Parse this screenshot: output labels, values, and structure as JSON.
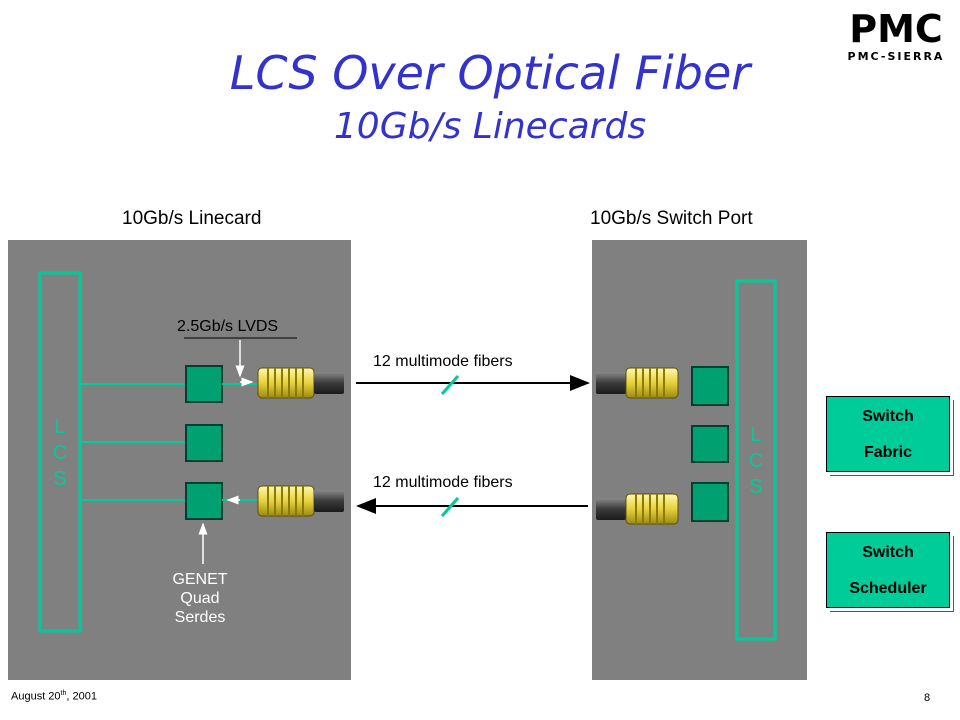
{
  "slide": {
    "title": "LCS Over Optical Fiber",
    "subtitle": "10Gb/s Linecards",
    "logo": {
      "mark": "PMC",
      "tagline": "PMC-SIERRA"
    },
    "linecard_label": "10Gb/s Linecard",
    "switchport_label": "10Gb/s Switch Port",
    "lvds_label": "2.5Gb/s LVDS",
    "fiber_label_top": "12 multimode fibers",
    "fiber_label_bottom": "12 multimode fibers",
    "lcs_left": [
      "L",
      "C",
      "S"
    ],
    "lcs_right": [
      "L",
      "C",
      "S"
    ],
    "genet_lines": [
      "GENET",
      "Quad",
      "Serdes"
    ],
    "switch_fabric": [
      "Switch",
      "Fabric"
    ],
    "switch_scheduler": [
      "Switch",
      "Scheduler"
    ],
    "footer_date": "August 20",
    "footer_date_sup": "th",
    "footer_year": ", 2001",
    "page_number": "8"
  },
  "colors": {
    "title": "#3333cc",
    "panel": "#808080",
    "accent": "#00cc99",
    "connector": "#e6d23c"
  }
}
